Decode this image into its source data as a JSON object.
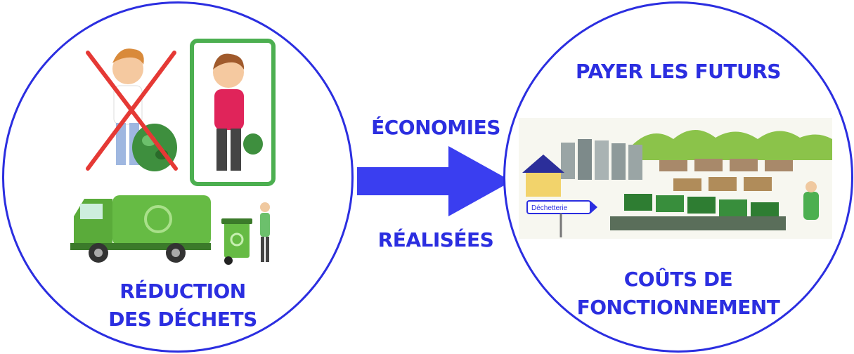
{
  "colors": {
    "accent": "#2b2ee0",
    "green": "#4caf50",
    "dark_green": "#2e7d32",
    "red": "#e53935"
  },
  "left": {
    "caption_line1": "RÉDUCTION",
    "caption_line2": "DES DÉCHETS",
    "icons": [
      "crossed-out-person-with-bag-icon",
      "person-with-small-bag-icon",
      "garbage-truck-icon",
      "recycling-bin-worker-icon"
    ]
  },
  "arrow": {
    "top_label": "ÉCONOMIES",
    "bottom_label": "RÉALISÉES"
  },
  "right": {
    "title": "PAYER LES FUTURS",
    "caption_line1": "COÛTS DE",
    "caption_line2": "FONCTIONNEMENT",
    "illustration": {
      "sign_text": "Déchetterie"
    }
  }
}
